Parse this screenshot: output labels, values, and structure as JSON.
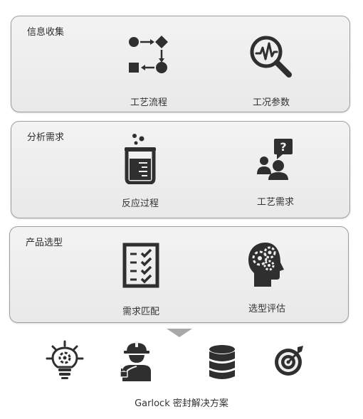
{
  "sections": [
    {
      "title": "信息收集",
      "items": [
        {
          "label": "工艺流程",
          "icon": "process-flow-icon"
        },
        {
          "label": "工况参数",
          "icon": "magnifier-signal-icon"
        }
      ]
    },
    {
      "title": "分析需求",
      "items": [
        {
          "label": "反应过程",
          "icon": "beaker-icon"
        },
        {
          "label": "工艺需求",
          "icon": "people-question-icon"
        }
      ]
    },
    {
      "title": "产品选型",
      "items": [
        {
          "label": "需求匹配",
          "icon": "checklist-icon"
        },
        {
          "label": "选型评估",
          "icon": "head-gears-icon"
        }
      ]
    }
  ],
  "bottom_icons": [
    "lightbulb-gear-icon",
    "engineer-icon",
    "database-icon",
    "target-icon"
  ],
  "caption": "Garlock 密封解决方案",
  "colors": {
    "panel_border": "#9e9e9e",
    "icon": "#2f2f2f",
    "arrow": "#a9a9a9"
  }
}
